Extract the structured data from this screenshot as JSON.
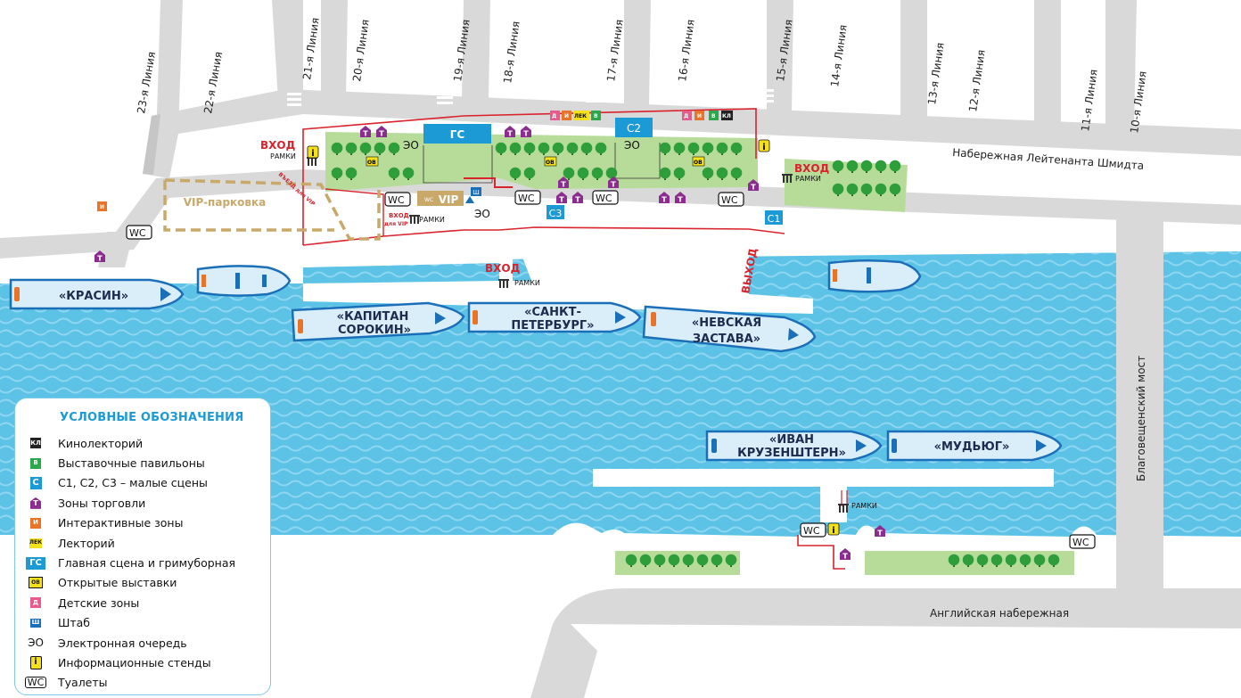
{
  "streets": {
    "line_23": "23-я Линия",
    "line_22": "22-я Линия",
    "line_21": "21-я Линия",
    "line_20": "20-я Линия",
    "line_19": "19-я Линия",
    "line_18": "18-я Линия",
    "line_17": "17-я Линия",
    "line_16": "16-я Линия",
    "line_15": "15-я Линия",
    "line_14": "14-я Линия",
    "line_13": "13-я Линия",
    "line_12": "12-я Линия",
    "line_11": "11-я Линия",
    "line_10": "10-я Линия",
    "embankment_schmidt": "Набережная Лейтенанта Шмидта",
    "bridge": "Благовещенский мост",
    "embankment_english": "Английская набережная"
  },
  "ships": {
    "krasin": "«КРАСИН»",
    "sorokin_1": "«КАПИТАН",
    "sorokin_2": "СОРОКИН»",
    "spb_1": "«САНКТ-",
    "spb_2": "ПЕТЕРБУРГ»",
    "nevskaya_1": "«НЕВСКАЯ",
    "nevskaya_2": "ЗАСТАВА»",
    "kruzenshtern_1": "«ИВАН",
    "kruzenshtern_2": "КРУЗЕНШТЕРН»",
    "mudyug": "«МУДЬЮГ»"
  },
  "labels": {
    "vip_parking": "VIP-парковка",
    "vip": "VIP",
    "entry": "ВХОД",
    "exit": "ВЫХОД",
    "frames": "РАМКИ",
    "entry_vip_1": "ВХОД",
    "entry_vip_2": "для VIP",
    "vip_drive": "ВЪЕЗД для VIP",
    "eo": "ЭО",
    "wc": "WC",
    "gs": "ГС",
    "c1": "С1",
    "c2": "С2",
    "c3": "С3",
    "info": "i",
    "ov": "ОВ",
    "shop": "Т",
    "d": "Д",
    "i": "И",
    "lek": "ЛЕК",
    "v": "В",
    "kl": "КЛ",
    "sh": "Ш"
  },
  "legend": {
    "title": "УСЛОВНЫЕ ОБОЗНАЧЕНИЯ",
    "items": [
      {
        "symbol": "КЛ",
        "color": "#222222",
        "label": "Кинолекторий"
      },
      {
        "symbol": "В",
        "color": "#2aa84a",
        "label": "Выставочные павильоны"
      },
      {
        "symbol": "С",
        "color": "#1b9ad6",
        "label": "С1, С2, С3 – малые сцены"
      },
      {
        "symbol": "Т",
        "color": "#8b2d8f",
        "label": "Зоны торговли"
      },
      {
        "symbol": "И",
        "color": "#e8742a",
        "label": "Интерактивные зоны"
      },
      {
        "symbol": "ЛЕК",
        "color": "#f5e01a",
        "label": "Лекторий"
      },
      {
        "symbol": "ГС",
        "color": "#1b9ad6",
        "label": "Главная сцена и гримуборная"
      },
      {
        "symbol": "ОВ",
        "color": "#f5e01a",
        "label": "Открытые выставки"
      },
      {
        "symbol": "Д",
        "color": "#e85a8c",
        "label": "Детские зоны"
      },
      {
        "symbol": "Ш",
        "color": "#1b6fb8",
        "label": "Штаб"
      },
      {
        "symbol": "ЭО",
        "color": "#111111",
        "label": "Электронная очередь"
      },
      {
        "symbol": "i",
        "color": "#f5e01a",
        "label": "Информационные стенды"
      },
      {
        "symbol": "WC",
        "color": "#111111",
        "label": "Туалеты"
      }
    ]
  },
  "colors": {
    "water": "#5cc3e6",
    "road": "#d9d9d9",
    "park": "#b7dc9a",
    "tree": "#2e9e3a",
    "route": "#d9232d",
    "accent": "#1b9ad6",
    "shop": "#8b2d8f",
    "vip": "#c8a96a"
  }
}
